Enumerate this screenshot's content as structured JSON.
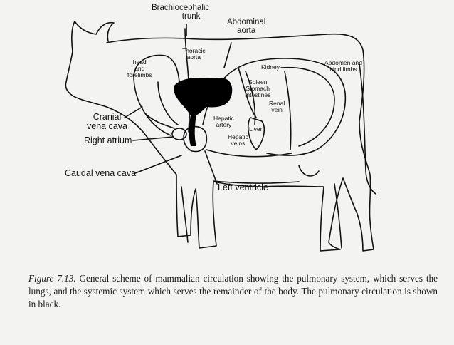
{
  "labels": {
    "brachiocephalic": [
      "Brachiocephalic",
      "trunk"
    ],
    "abdominal_aorta": [
      "Abdominal",
      "aorta"
    ],
    "thoracic_aorta": [
      "Thoracic",
      "aorta"
    ],
    "head_forelimbs": [
      "head",
      "and",
      "forelimbs"
    ],
    "kidney": "Kidney",
    "abdomen_hindlimbs": [
      "Abdomen and",
      "hind limbs"
    ],
    "spleen_stomach_intestines": [
      "Spleen",
      "Stomach",
      "Intestines"
    ],
    "renal_vein": [
      "Renal",
      "vein"
    ],
    "hepatic_artery": [
      "Hepatic",
      "artery"
    ],
    "liver": "Liver",
    "hepatic_veins": [
      "Hepatic",
      "veins"
    ],
    "cranial_vena_cava": [
      "Cranial",
      "vena cava"
    ],
    "right_atrium": "Right atrium",
    "caudal_vena_cava": "Caudal vena cava",
    "left_ventricle": "Left ventricle"
  },
  "caption": {
    "figure_number": "Figure 7.13.",
    "text": "General scheme of mammalian circulation showing the pulmonary system, which serves the lungs, and the systemic system which serves the remainder of the body. The pulmonary circulation is shown in black."
  },
  "colors": {
    "ink": "#111111",
    "paper": "#f3f3f1",
    "pulmonary": "#000000"
  }
}
